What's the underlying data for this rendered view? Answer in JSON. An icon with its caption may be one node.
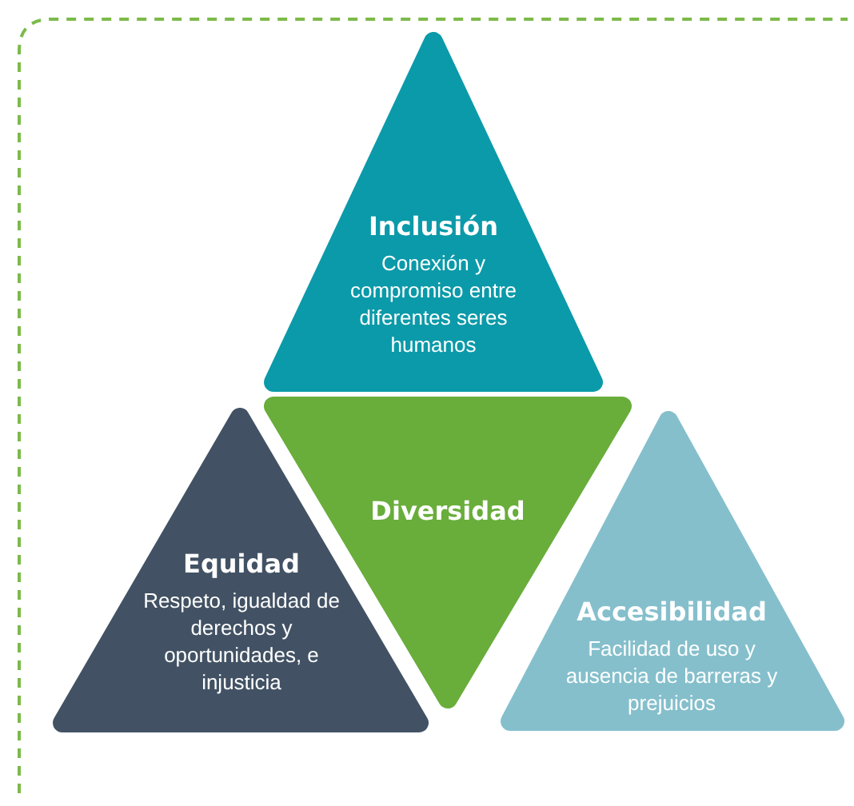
{
  "diagram": {
    "nodes": [
      {
        "text": [
          "Inclusión",
          "Conexión y compromiso entre diferentes seres humanos"
        ]
      },
      {
        "text": [
          "Diversidad"
        ]
      },
      {
        "text": [
          "Equidad",
          "Respeto, igualdad de derechos y oportunidades, e injusticia"
        ]
      },
      {
        "text": [
          "Accesibilidad",
          "Facilidad de uso y ausencia de barreras y prejuicios"
        ]
      }
    ]
  }
}
